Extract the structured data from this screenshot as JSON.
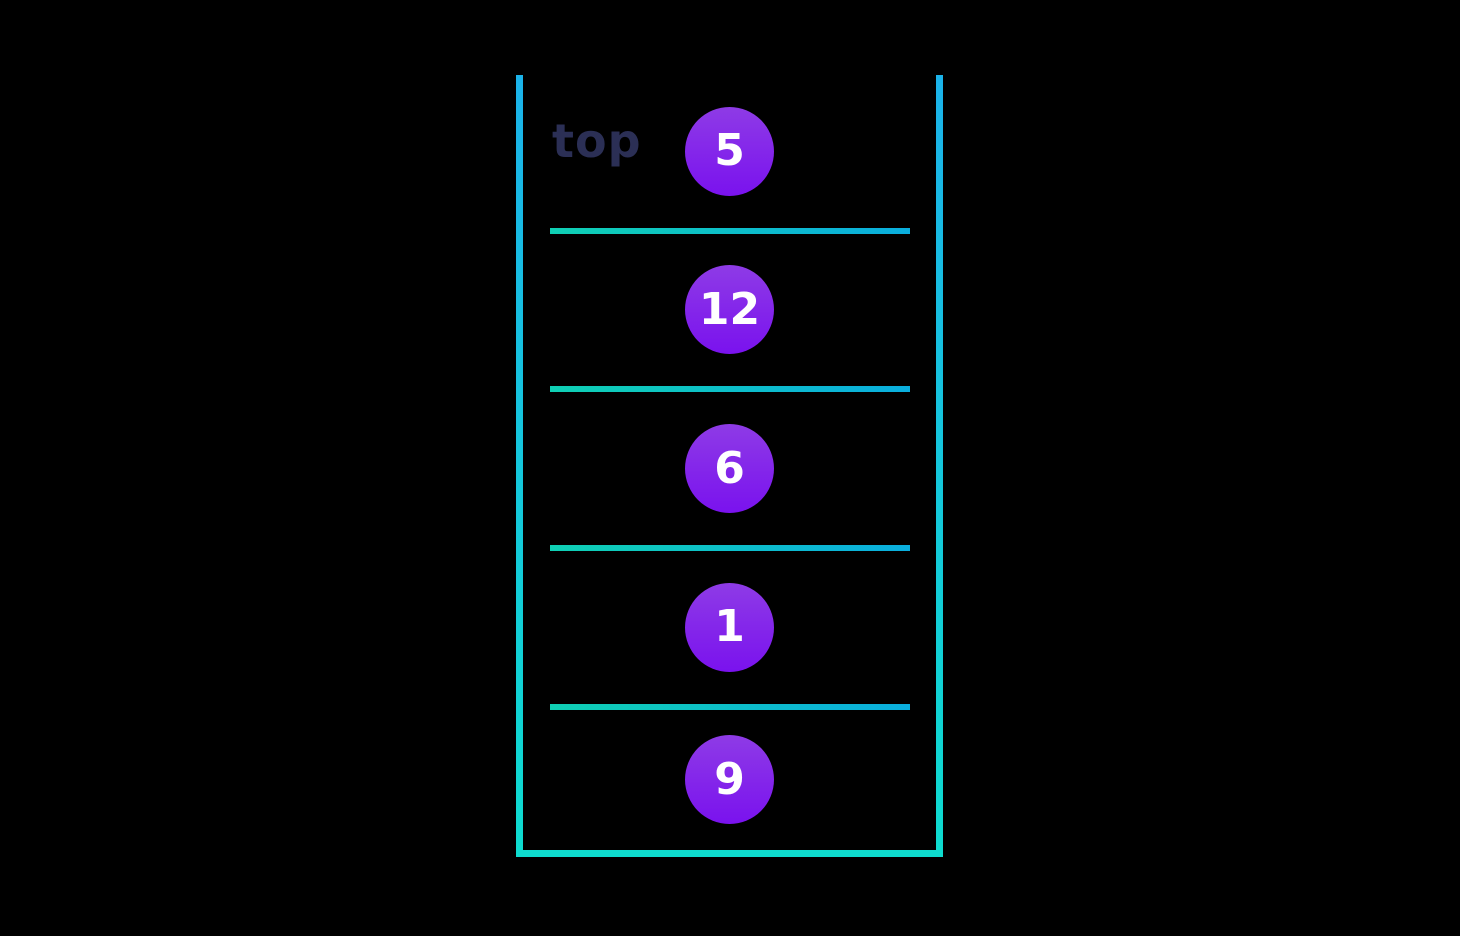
{
  "diagram": {
    "kind": "stack",
    "top_label": "top",
    "items": [
      {
        "value": "5"
      },
      {
        "value": "12"
      },
      {
        "value": "6"
      },
      {
        "value": "1"
      },
      {
        "value": "9"
      }
    ]
  },
  "colors": {
    "background": "#000000",
    "label_text": "#2b2f55",
    "wall_gradient_top": "#1bb3ea",
    "wall_gradient_bottom": "#0edcd0",
    "divider_gradient_left": "#0fd0b4",
    "divider_gradient_right": "#0aaede",
    "bottom_edge": "#0edccf",
    "circle_gradient_top": "#8e3be6",
    "circle_gradient_bottom": "#7a12ee",
    "value_text": "#ffffff"
  }
}
